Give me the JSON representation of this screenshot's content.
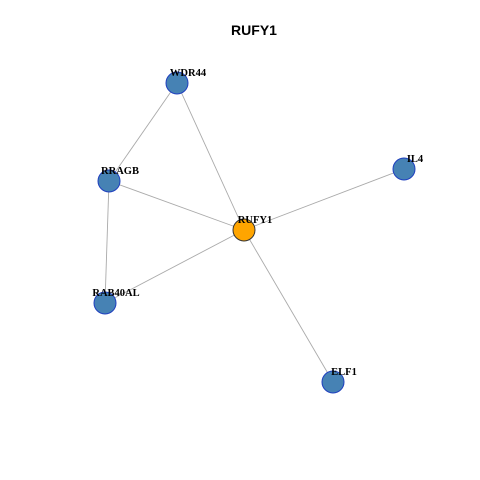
{
  "graph": {
    "title": "RUFY1",
    "colors": {
      "center_fill": "#ffa500",
      "center_stroke": "#333333",
      "node_fill": "#4682b4",
      "node_stroke": "#1f3fbf",
      "edge": "#aaaaaa"
    },
    "nodes": [
      {
        "id": "WDR44",
        "label": "WDR44",
        "role": "neighbor"
      },
      {
        "id": "RRAGB",
        "label": "RRAGB",
        "role": "neighbor"
      },
      {
        "id": "IL4",
        "label": "IL4",
        "role": "neighbor"
      },
      {
        "id": "RUFY1",
        "label": "RUFY1",
        "role": "center"
      },
      {
        "id": "RAB40AL",
        "label": "RAB40AL",
        "role": "neighbor"
      },
      {
        "id": "ELF1",
        "label": "ELF1",
        "role": "neighbor"
      }
    ],
    "edges": [
      {
        "source": "WDR44",
        "target": "RRAGB"
      },
      {
        "source": "WDR44",
        "target": "RUFY1"
      },
      {
        "source": "RRAGB",
        "target": "RUFY1"
      },
      {
        "source": "RRAGB",
        "target": "RAB40AL"
      },
      {
        "source": "IL4",
        "target": "RUFY1"
      },
      {
        "source": "RUFY1",
        "target": "RAB40AL"
      },
      {
        "source": "RUFY1",
        "target": "ELF1"
      }
    ]
  }
}
